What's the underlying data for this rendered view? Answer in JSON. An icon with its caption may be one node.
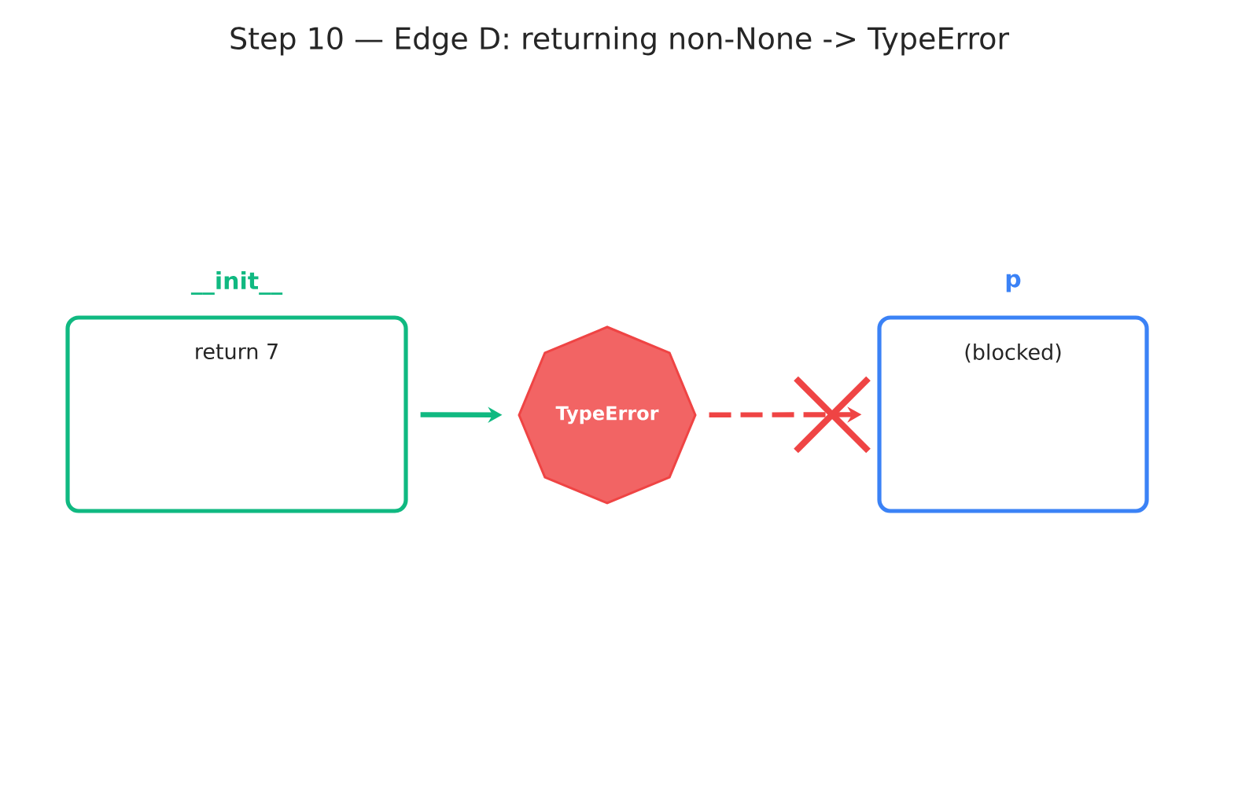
{
  "diagram": {
    "title": "Step 10 — Edge D: returning non-None -> TypeError",
    "nodes": [
      {
        "text": [
          "__init__",
          "return 7"
        ]
      },
      {
        "text": [
          "TypeError"
        ]
      },
      {
        "text": [
          "p",
          "(blocked)"
        ]
      }
    ],
    "edges": [
      {
        "from": 0,
        "to": 1,
        "arrow": "to",
        "color": "#10b981"
      },
      {
        "from": 1,
        "to": 2,
        "arrow": "to",
        "style": "dashed",
        "color": "#ef4444"
      }
    ]
  }
}
